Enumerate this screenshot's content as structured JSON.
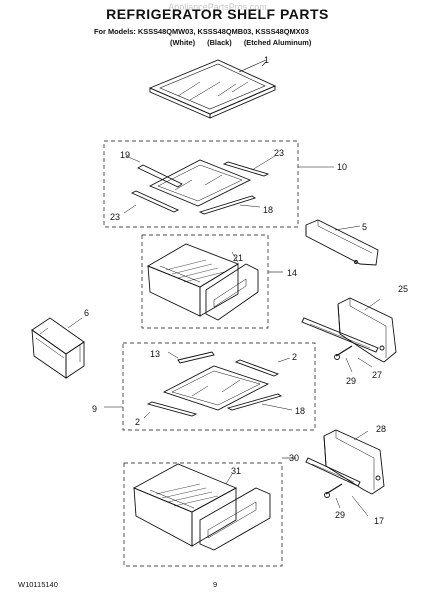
{
  "header": {
    "watermark": "AppliancePartsPros.com",
    "title": "REFRIGERATOR SHELF PARTS",
    "models_line": "For Models: KSSS48QMW03, KSSS48QMB03, KSSS48QMX03",
    "variants": [
      "(White)",
      "(Black)",
      "(Etched Aluminum)"
    ]
  },
  "callouts": {
    "c1": "1",
    "c19": "19",
    "c23a": "23",
    "c23b": "23",
    "c10": "10",
    "c18a": "18",
    "c5": "5",
    "c21": "21",
    "c14": "14",
    "c6": "6",
    "c25": "25",
    "c29a": "29",
    "c27": "27",
    "c13": "13",
    "c2a": "2",
    "c2b": "2",
    "c9": "9",
    "c18b": "18",
    "c28": "28",
    "c30": "30",
    "c31": "31",
    "c29b": "29",
    "c17": "17"
  },
  "footer": {
    "doc_number": "W10115140",
    "page_number": "9"
  }
}
